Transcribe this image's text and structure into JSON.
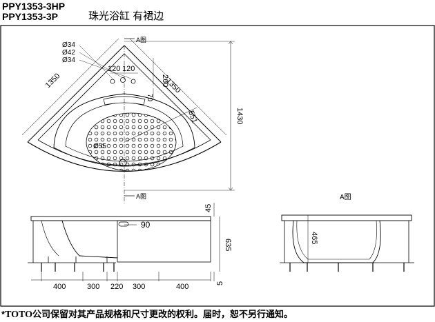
{
  "header": {
    "model_1": "PPY1353-3HP",
    "model_2": "PPY1353-3P",
    "title_cn": "珠光浴缸  有裙边"
  },
  "plan_view": {
    "diameters": [
      "Ø34",
      "Ø42",
      "Ø34"
    ],
    "section_marker_top": "A图",
    "section_marker_bottom": "A图",
    "dim_120_left": "120",
    "dim_120_right": "120",
    "dim_260": "260",
    "dim_70": "70",
    "dim_1350_left": "1350",
    "dim_1350_right": "1350",
    "dim_551": "551",
    "dim_1430": "1430",
    "drain_diameter": "Ø55"
  },
  "front_view": {
    "dim_45": "45",
    "dim_90": "90",
    "dim_635": "635",
    "dim_5": "5",
    "bottom_dims": [
      "400",
      "300",
      "220",
      "300",
      "400"
    ]
  },
  "side_view": {
    "title": "A图",
    "dim_465": "465"
  },
  "footer": {
    "star": "*",
    "brand": "TOTO",
    "notice": "公司保留对其产品规格和尺寸更改的权利。届时，恕不另行通知。"
  }
}
